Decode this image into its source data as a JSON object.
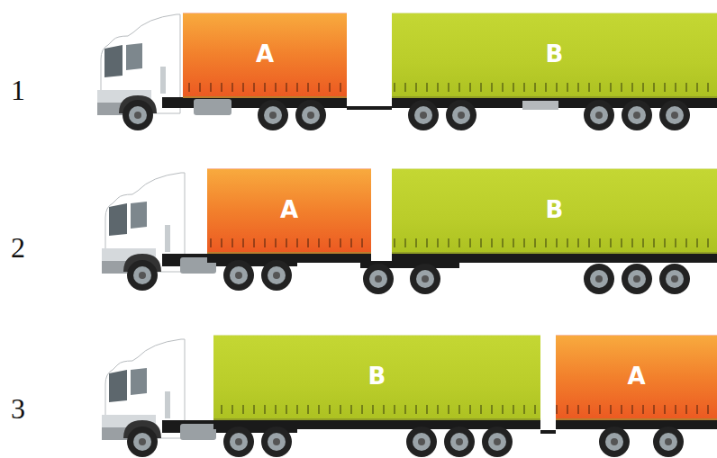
{
  "diagram": {
    "nodes": [
      {
        "text": [
          "A"
        ]
      },
      {
        "text": [
          "B"
        ]
      },
      {
        "text": [
          "A"
        ]
      },
      {
        "text": [
          "B"
        ]
      },
      {
        "text": [
          "B"
        ]
      },
      {
        "text": [
          "A"
        ]
      }
    ],
    "labels": [
      "1",
      "2",
      "3"
    ]
  }
}
